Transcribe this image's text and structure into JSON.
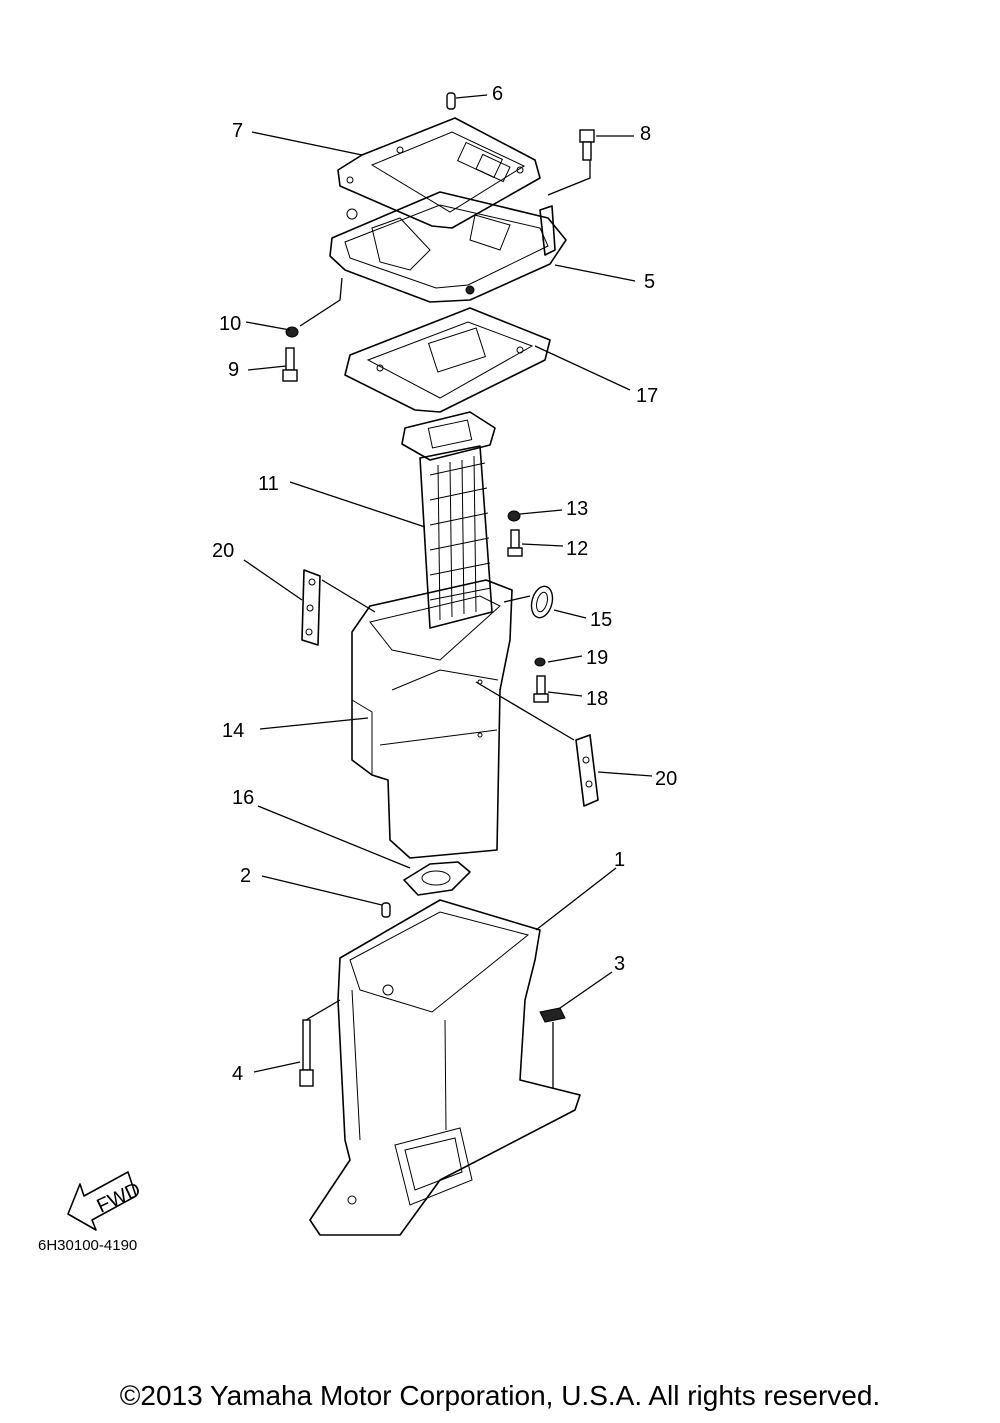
{
  "callouts": {
    "c1": "1",
    "c2": "2",
    "c3": "3",
    "c4": "4",
    "c5": "5",
    "c6": "6",
    "c7": "7",
    "c8": "8",
    "c9": "9",
    "c10": "10",
    "c11": "11",
    "c12": "12",
    "c13": "13",
    "c14": "14",
    "c15": "15",
    "c16": "16",
    "c17": "17",
    "c18": "18",
    "c19": "19",
    "c20a": "20",
    "c20b": "20"
  },
  "fwd_label": "FWD",
  "reference_code": "6H30100-4190",
  "copyright": "©2013 Yamaha Motor Corporation, U.S.A. All rights reserved."
}
